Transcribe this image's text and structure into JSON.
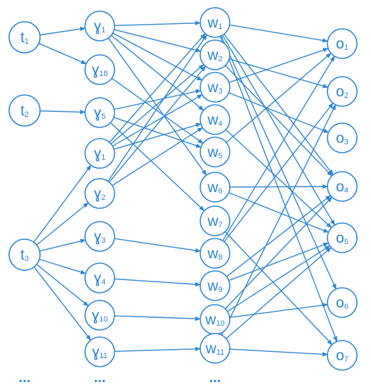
{
  "colors": {
    "line": "#2E86D1",
    "node_fill": "#ffffff",
    "text": "#2E86D1"
  },
  "nodes": [
    {
      "id": "t1",
      "base": "t",
      "sub": "1"
    },
    {
      "id": "t2",
      "base": "t",
      "sub": "2"
    },
    {
      "id": "t3",
      "base": "t",
      "sub": "3"
    },
    {
      "id": "g1a",
      "base": "ɣ",
      "sub": "1"
    },
    {
      "id": "g18",
      "base": "ɣ",
      "sub": "18"
    },
    {
      "id": "g5",
      "base": "ɣ",
      "sub": "5"
    },
    {
      "id": "g1b",
      "base": "ɣ",
      "sub": "1"
    },
    {
      "id": "g2",
      "base": "ɣ",
      "sub": "2"
    },
    {
      "id": "g3",
      "base": "ɣ",
      "sub": "3"
    },
    {
      "id": "g4",
      "base": "ɣ",
      "sub": "4"
    },
    {
      "id": "g10",
      "base": "ɣ",
      "sub": "10"
    },
    {
      "id": "g11",
      "base": "ɣ",
      "sub": "11"
    },
    {
      "id": "w1",
      "base": "w",
      "sub": "1"
    },
    {
      "id": "w2",
      "base": "w",
      "sub": "2"
    },
    {
      "id": "w3",
      "base": "w",
      "sub": "3"
    },
    {
      "id": "w4",
      "base": "w",
      "sub": "4"
    },
    {
      "id": "w5",
      "base": "w",
      "sub": "5"
    },
    {
      "id": "w6",
      "base": "w",
      "sub": "6"
    },
    {
      "id": "w7",
      "base": "w",
      "sub": "7"
    },
    {
      "id": "w8",
      "base": "w",
      "sub": "8"
    },
    {
      "id": "w9",
      "base": "w",
      "sub": "9"
    },
    {
      "id": "w10",
      "base": "w",
      "sub": "10"
    },
    {
      "id": "w11",
      "base": "w",
      "sub": "11"
    },
    {
      "id": "o1",
      "base": "o",
      "sub": "1"
    },
    {
      "id": "o2",
      "base": "o",
      "sub": "2"
    },
    {
      "id": "o3",
      "base": "o",
      "sub": "3"
    },
    {
      "id": "o4",
      "base": "o",
      "sub": "4"
    },
    {
      "id": "o5",
      "base": "o",
      "sub": "5"
    },
    {
      "id": "o6",
      "base": "o",
      "sub": "6"
    },
    {
      "id": "o7",
      "base": "o",
      "sub": "7"
    }
  ],
  "edges": [
    [
      "t1",
      "g1a"
    ],
    [
      "t1",
      "g18"
    ],
    [
      "t2",
      "g5"
    ],
    [
      "t3",
      "g1b"
    ],
    [
      "t3",
      "g2"
    ],
    [
      "t3",
      "g3"
    ],
    [
      "t3",
      "g4"
    ],
    [
      "t3",
      "g10"
    ],
    [
      "t3",
      "g11"
    ],
    [
      "g1a",
      "w1"
    ],
    [
      "g1a",
      "w2"
    ],
    [
      "g1a",
      "w3"
    ],
    [
      "g1a",
      "w4"
    ],
    [
      "g1a",
      "w6"
    ],
    [
      "g18",
      "w5"
    ],
    [
      "g5",
      "w5"
    ],
    [
      "g5",
      "w7"
    ],
    [
      "g5",
      "w3"
    ],
    [
      "g1b",
      "w1"
    ],
    [
      "g1b",
      "w2"
    ],
    [
      "g1b",
      "w3"
    ],
    [
      "g1b",
      "w4"
    ],
    [
      "g2",
      "w1"
    ],
    [
      "g2",
      "w2"
    ],
    [
      "g2",
      "w4"
    ],
    [
      "g3",
      "w8"
    ],
    [
      "g4",
      "w9"
    ],
    [
      "g10",
      "w10"
    ],
    [
      "g11",
      "w11"
    ],
    [
      "w1",
      "o1"
    ],
    [
      "w1",
      "o4"
    ],
    [
      "w1",
      "o5"
    ],
    [
      "w1",
      "o6"
    ],
    [
      "w1",
      "o7"
    ],
    [
      "w2",
      "o2"
    ],
    [
      "w2",
      "o4"
    ],
    [
      "w3",
      "o1"
    ],
    [
      "w3",
      "o3"
    ],
    [
      "w4",
      "o5"
    ],
    [
      "w5",
      "o1"
    ],
    [
      "w6",
      "o4"
    ],
    [
      "w6",
      "o5"
    ],
    [
      "w7",
      "o7"
    ],
    [
      "w8",
      "o1"
    ],
    [
      "w8",
      "o2"
    ],
    [
      "w9",
      "o4"
    ],
    [
      "w9",
      "o5"
    ],
    [
      "w10",
      "o6"
    ],
    [
      "w10",
      "o5"
    ],
    [
      "w10",
      "o4"
    ],
    [
      "w11",
      "o2"
    ],
    [
      "w11",
      "o5"
    ],
    [
      "w11",
      "o7"
    ]
  ],
  "ellipses": [
    "...",
    "...",
    "..."
  ]
}
